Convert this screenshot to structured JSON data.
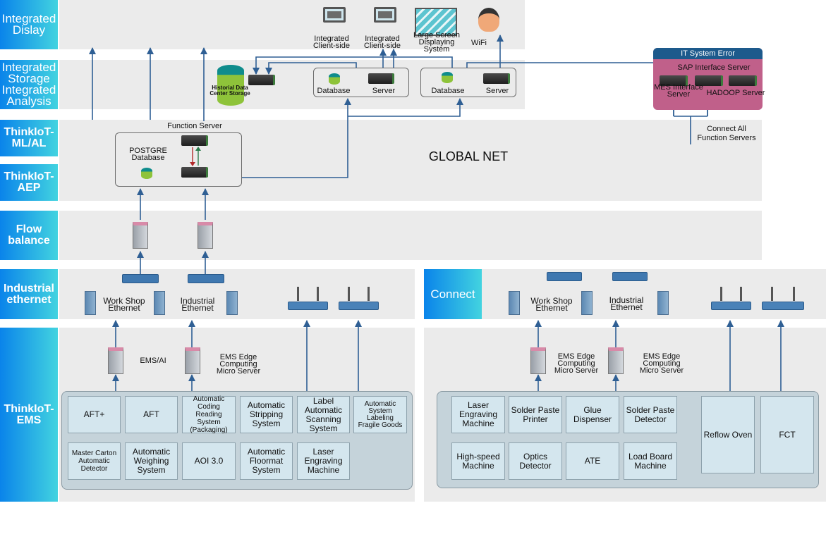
{
  "layers": {
    "display": "Integrated Dislay",
    "storage": "Integrated Storage Integrated Analysis",
    "ml": "ThinkIoT- ML/AL",
    "aep": "ThinkIoT- AEP",
    "flow": "Flow balance",
    "ethernet": "Industrial ethernet",
    "ems": "ThinkIoT- EMS",
    "connect": "Connect"
  },
  "display_items": [
    "Integrated Client-side",
    "Integrated Client-side",
    "Large Screen Displaying System",
    "WiFi"
  ],
  "storage": {
    "historical": "Historial Data Center Storage",
    "database": "Database",
    "server": "Server"
  },
  "it_system": {
    "title": "IT System Error",
    "sap": "SAP Interface Server",
    "mes": "MES Interface Server",
    "hadoop": "HADOOP Server",
    "connect": "Connect All Function Servers"
  },
  "function_server": {
    "title": "Function Server",
    "db": "POSTGRE Database"
  },
  "global_net": "GLOBAL NET",
  "ethernet_labels": {
    "workshop": "Work Shop Ethernet",
    "industrial": "Industrial Ethernet"
  },
  "ems_servers": {
    "ai": "EMS/AI",
    "edge": "EMS Edge Computing Micro Server"
  },
  "left_machines": [
    "AFT+",
    "AFT",
    "Automatic Coding Reading System (Packaging)",
    "Automatic Stripping System",
    "Label Automatic Scanning System",
    "Automatic System Labeling Fragile Goods",
    "Master Carton Automatic Detector",
    "Automatic Weighing System",
    "AOI 3.0",
    "Automatic Floormat System",
    "Laser Engraving Machine"
  ],
  "right_machines": [
    "Laser Engraving Machine",
    "Solder Paste Printer",
    "Glue Dispenser",
    "Solder Paste Detector",
    "High-speed Machine",
    "Optics Detector",
    "ATE",
    "Load Board Machine",
    "Reflow Oven",
    "FCT"
  ],
  "colors": {
    "label_gradient": [
      "#0a84ea",
      "#42d3e0"
    ],
    "band": "#ebebeb",
    "arrow": "#2f5f94",
    "it_header": "#1d5a8c",
    "it_body": "#c0608a",
    "cell": "#d4e6ee"
  }
}
